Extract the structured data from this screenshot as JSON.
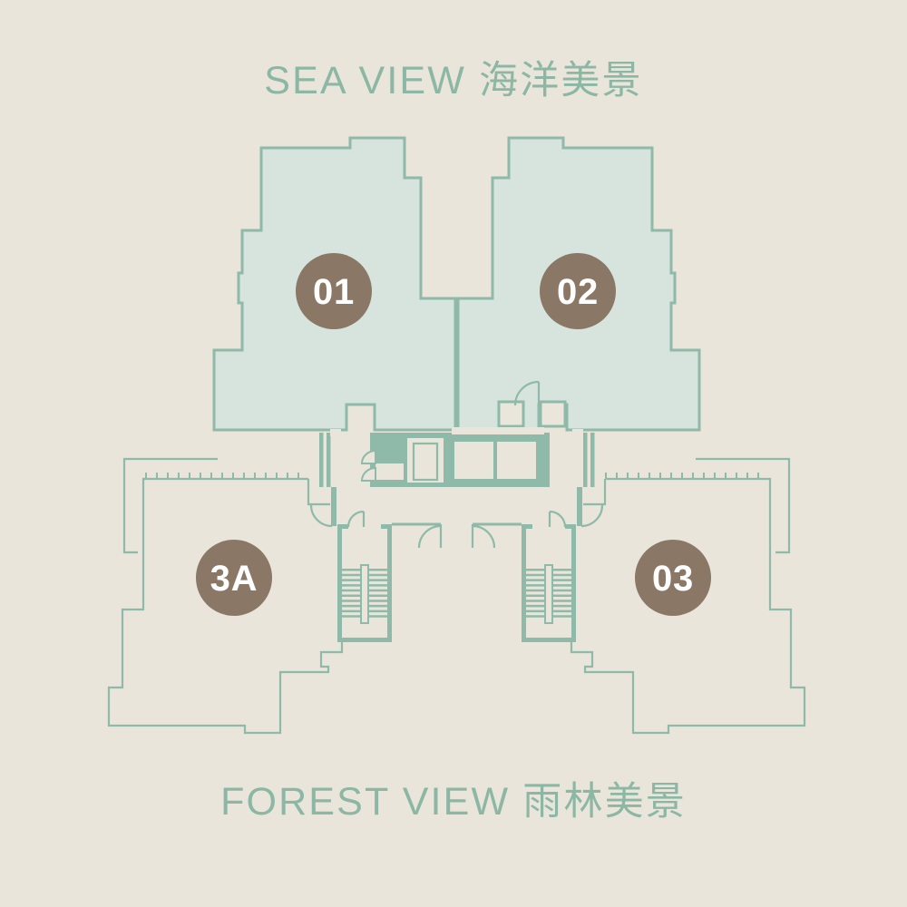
{
  "plan": {
    "title_top": "SEA VIEW 海洋美景",
    "title_bottom": "FOREST VIEW 雨林美景",
    "views": {
      "sea": {
        "label_en": "SEA VIEW",
        "label_zh": "海洋美景"
      },
      "forest": {
        "label_en": "FOREST VIEW",
        "label_zh": "雨林美景"
      }
    },
    "units": [
      {
        "label": "01",
        "view": "sea"
      },
      {
        "label": "02",
        "view": "sea"
      },
      {
        "label": "3A",
        "view": "forest"
      },
      {
        "label": "03",
        "view": "forest"
      }
    ],
    "colors": {
      "background": "#EAE5DA",
      "unit_fill": "#D6E4DD",
      "wall_teal": "#8FB9A8",
      "label_teal": "#8CB7A5",
      "badge_brown": "#8A7766",
      "badge_text": "#FFFFFF"
    }
  }
}
